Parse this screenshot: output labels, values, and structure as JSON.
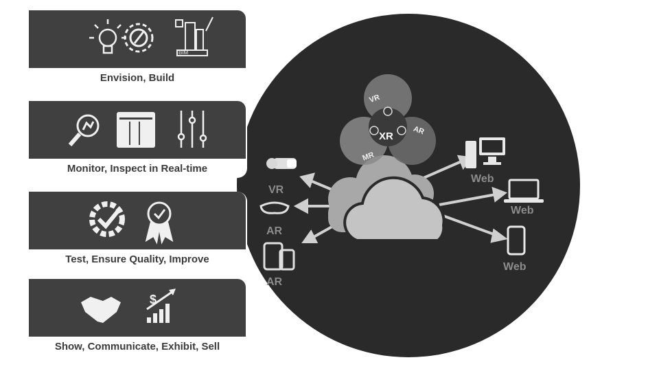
{
  "cards": [
    {
      "caption": "Envision, Build"
    },
    {
      "caption": "Monitor, Inspect in Real-time"
    },
    {
      "caption": "Test, Ensure Quality, Improve"
    },
    {
      "caption": "Show, Communicate, Exhibit, Sell"
    }
  ],
  "bim_label": "BIM",
  "dollar_sign": "$",
  "xr": {
    "center": "XR",
    "top": "VR",
    "left": "MR",
    "right": "AR"
  },
  "left_devices": [
    "VR",
    "AR",
    "AR"
  ],
  "right_devices": [
    "Web",
    "Web",
    "Web"
  ],
  "colors": {
    "dark": "#2a2a2a",
    "panel": "#404040",
    "device_label": "#8c8c8c",
    "cloud": "#a6a6a6"
  }
}
